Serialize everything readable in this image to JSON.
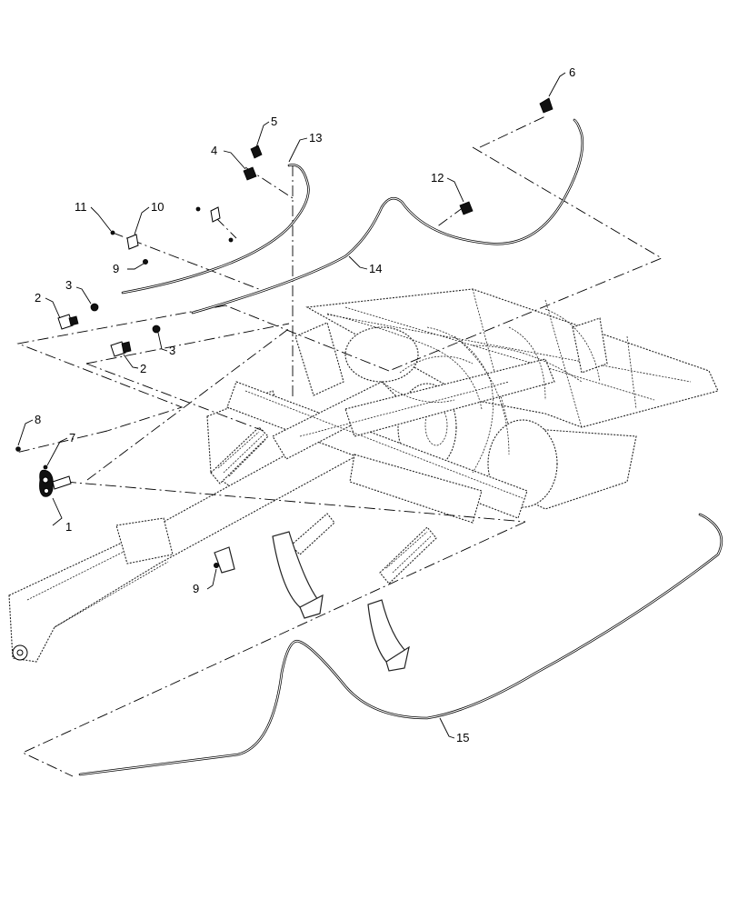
{
  "callouts": [
    {
      "id": "c1",
      "text": "1"
    },
    {
      "id": "c2a",
      "text": "2"
    },
    {
      "id": "c2b",
      "text": "2"
    },
    {
      "id": "c3a",
      "text": "3"
    },
    {
      "id": "c3b",
      "text": "3"
    },
    {
      "id": "c4",
      "text": "4"
    },
    {
      "id": "c5",
      "text": "5"
    },
    {
      "id": "c6",
      "text": "6"
    },
    {
      "id": "c7",
      "text": "7"
    },
    {
      "id": "c8",
      "text": "8"
    },
    {
      "id": "c9a",
      "text": "9"
    },
    {
      "id": "c9b",
      "text": "9"
    },
    {
      "id": "c10",
      "text": "10"
    },
    {
      "id": "c11",
      "text": "11"
    },
    {
      "id": "c12",
      "text": "12"
    },
    {
      "id": "c13",
      "text": "13"
    },
    {
      "id": "c14",
      "text": "14"
    },
    {
      "id": "c15",
      "text": "15"
    }
  ]
}
